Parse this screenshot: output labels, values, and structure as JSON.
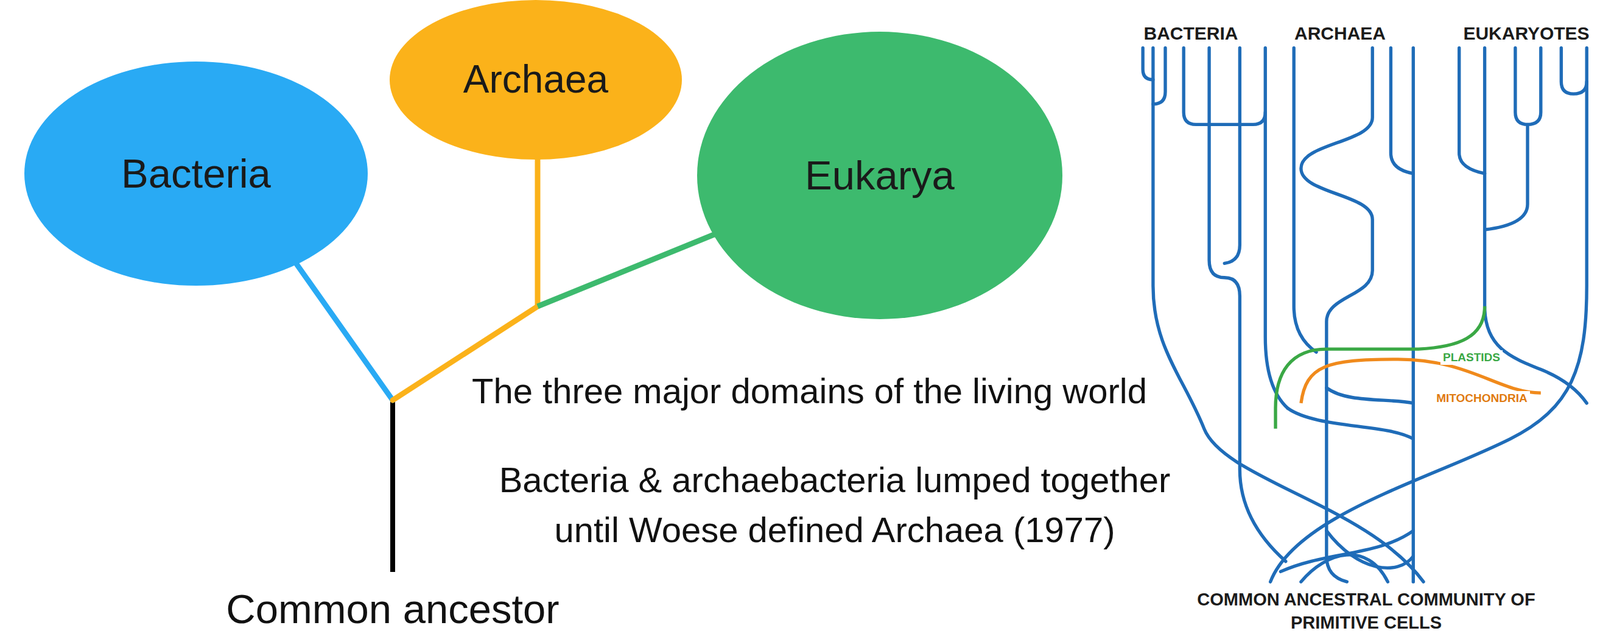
{
  "diagram": {
    "nodes": [
      {
        "text": [
          "Bacteria"
        ]
      },
      {
        "text": [
          "Archaea"
        ]
      },
      {
        "text": [
          "Eukarya"
        ]
      }
    ],
    "labels": [
      "Common ancestor",
      "The three major domains of the living world",
      "Bacteria & archaebacteria lumped together until Woese defined Archaea (1977)",
      "BACTERIA",
      "ARCHAEA",
      "EUKARYOTES",
      "PLASTIDS",
      "MITOCHONDRIA",
      "COMMON ANCESTRAL COMMUNITY OF PRIMITIVE CELLS"
    ]
  }
}
